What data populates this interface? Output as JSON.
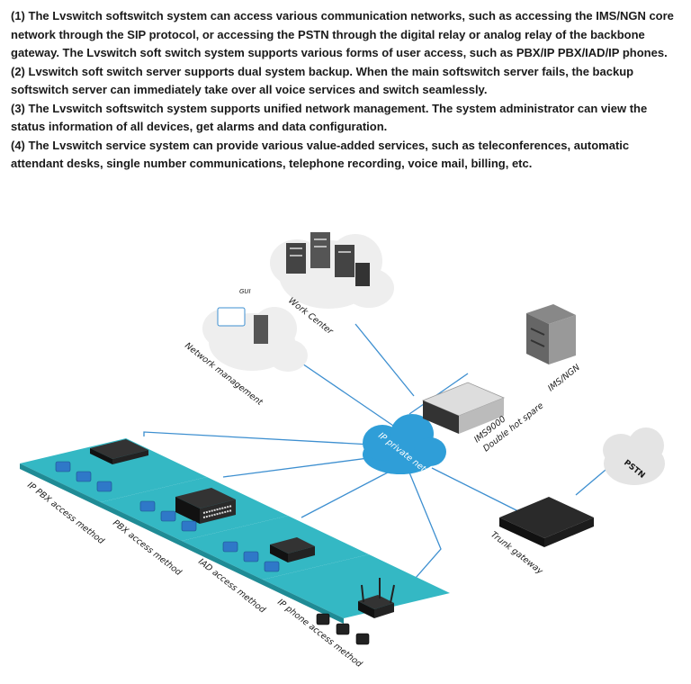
{
  "paragraphs": [
    "(1) The Lvswitch softswitch system can access various communication networks, such as accessing the IMS/NGN core network through the SIP protocol, or accessing the PSTN through the digital relay or analog relay of the backbone gateway. The Lvswitch soft switch system supports various forms of user access, such as PBX/IP PBX/IAD/IP phones.",
    "(2) Lvswitch soft switch server supports dual system backup. When the main softswitch server fails, the backup softswitch server can immediately take over all voice services and switch seamlessly.",
    "(3) The Lvswitch softswitch system supports unified network management. The system administrator can view the status information of all devices, get alarms and data configuration.",
    "(4) The Lvswitch service system can provide various value-added services, such as teleconferences, automatic attendant desks, single number communications, telephone recording, voice mail, billing, etc."
  ],
  "diagram": {
    "work_center": "Work Center",
    "network_management": "Network management",
    "gui": "GUI",
    "ip_private_network": "IP private network",
    "ims9000_line1": "IMS9000",
    "ims9000_line2": "Double hot spare",
    "ims_ngn": "IMS/NGN",
    "pstn": "PSTN",
    "trunk_gateway": "Trunk gateway",
    "ip_pbx_access": "IP PBX access method",
    "pbx_access": "PBX access method",
    "iad_access": "IAD access method",
    "ip_phone_access": "IP phone access method",
    "colors": {
      "teal": "#34b8c4",
      "cloud_blue": "#2f9ed8",
      "line_blue": "#3d8fd0",
      "device_dark": "#222222",
      "phone_blue": "#2f78c8"
    }
  }
}
